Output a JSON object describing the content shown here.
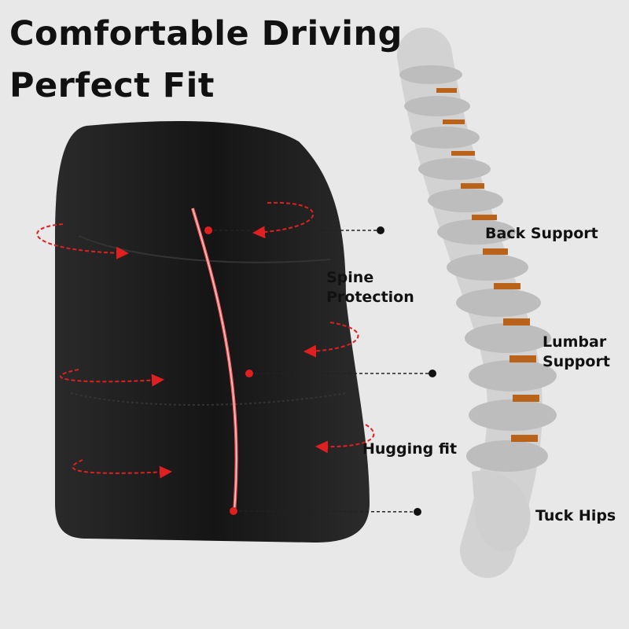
{
  "headline": {
    "line1": "Comfortable Driving",
    "line2": "Perfect Fit"
  },
  "callouts": {
    "back_support": "Back Support",
    "spine_protection_1": "Spine",
    "spine_protection_2": "Protection",
    "lumbar_support_1": "Lumbar",
    "lumbar_support_2": "Support",
    "hugging_fit": "Hugging fit",
    "tuck_hips": "Tuck Hips"
  },
  "colors": {
    "background": "#e8e8e8",
    "cushion": "#1c1c1c",
    "accent": "#e02020",
    "spine": "#c9c9c9",
    "disc": "#b8621a"
  }
}
